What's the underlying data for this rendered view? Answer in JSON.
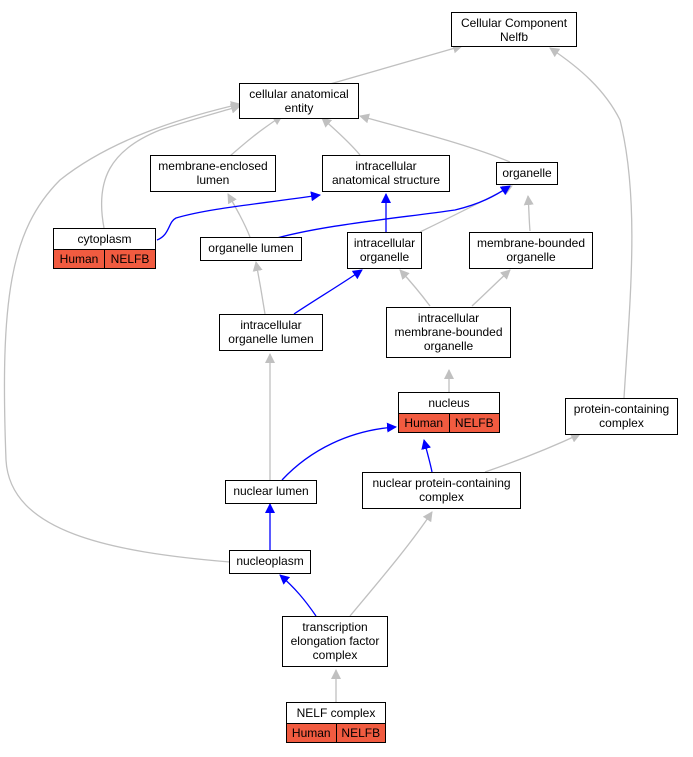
{
  "nodes": {
    "root": {
      "label": "Cellular Component\nNelfb"
    },
    "cae": {
      "label": "cellular anatomical\nentity"
    },
    "mel": {
      "label": "membrane-enclosed\nlumen"
    },
    "ias": {
      "label": "intracellular\nanatomical structure"
    },
    "organelle": {
      "label": "organelle"
    },
    "cytoplasm": {
      "label": "cytoplasm",
      "tags": [
        "Human",
        "NELFB"
      ]
    },
    "orglumen": {
      "label": "organelle lumen"
    },
    "intorg": {
      "label": "intracellular\norganelle"
    },
    "mbo": {
      "label": "membrane-bounded\norganelle"
    },
    "iol": {
      "label": "intracellular\norganelle lumen"
    },
    "imbo": {
      "label": "intracellular\nmembrane-bounded\norganelle"
    },
    "nucleus": {
      "label": "nucleus",
      "tags": [
        "Human",
        "NELFB"
      ]
    },
    "pcc": {
      "label": "protein-containing\ncomplex"
    },
    "nuclumen": {
      "label": "nuclear lumen"
    },
    "npcc": {
      "label": "nuclear protein-containing\ncomplex"
    },
    "nucleoplasm": {
      "label": "nucleoplasm"
    },
    "tefc": {
      "label": "transcription\nelongation factor\ncomplex"
    },
    "nelf": {
      "label": "NELF complex",
      "tags": [
        "Human",
        "NELFB"
      ]
    }
  },
  "colors": {
    "is_a_edge": "#c0c0c0",
    "part_of_edge": "#0000ff",
    "annotation_fill": "#f15b40"
  }
}
